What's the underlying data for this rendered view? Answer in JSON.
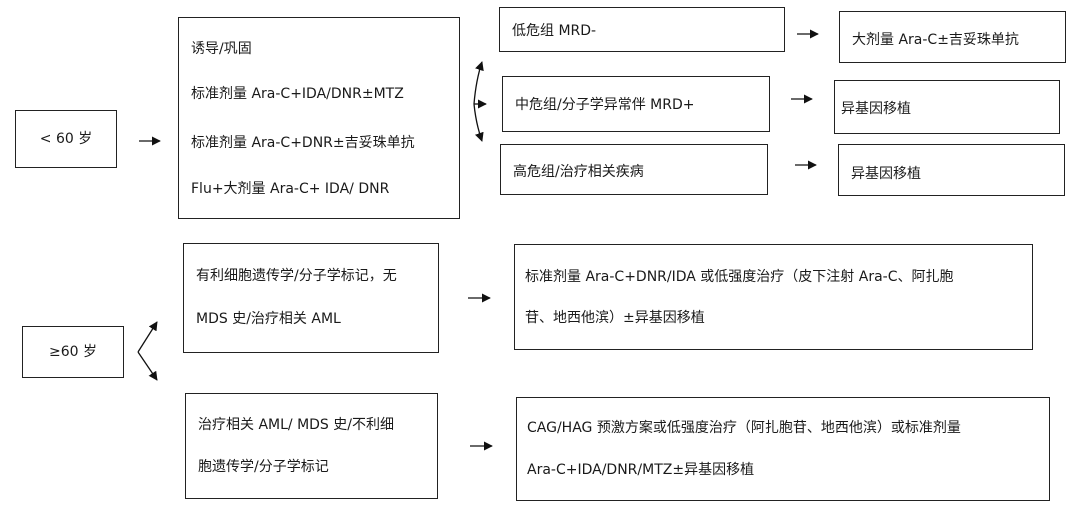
{
  "under60": {
    "age_label": "< 60 岁",
    "induction": {
      "lines": [
        "诱导/巩固",
        "标准剂量 Ara-C+IDA/DNR±MTZ",
        "标准剂量 Ara-C+DNR±吉妥珠单抗",
        "Flu+大剂量 Ara-C+ IDA/ DNR"
      ]
    },
    "risk_groups": [
      {
        "label": "低危组 MRD-",
        "treatment": "大剂量 Ara-C±吉妥珠单抗"
      },
      {
        "label": "中危组/分子学异常伴 MRD+",
        "treatment": "异基因移植"
      },
      {
        "label": "高危组/治疗相关疾病",
        "treatment": "异基因移植"
      }
    ]
  },
  "over60": {
    "age_label": "≥60 岁",
    "branches": [
      {
        "condition_lines": [
          "有利细胞遗传学/分子学标记，无",
          "MDS 史/治疗相关 AML"
        ],
        "treatment_lines": [
          "标准剂量 Ara-C+DNR/IDA 或低强度治疗（皮下注射 Ara-C、阿扎胞",
          "苷、地西他滨）±异基因移植"
        ]
      },
      {
        "condition_lines": [
          "治疗相关 AML/ MDS 史/不利细",
          "胞遗传学/分子学标记"
        ],
        "treatment_lines": [
          "CAG/HAG 预激方案或低强度治疗（阿扎胞苷、地西他滨）或标准剂量",
          "Ara-C+IDA/DNR/MTZ±异基因移植"
        ]
      }
    ]
  }
}
